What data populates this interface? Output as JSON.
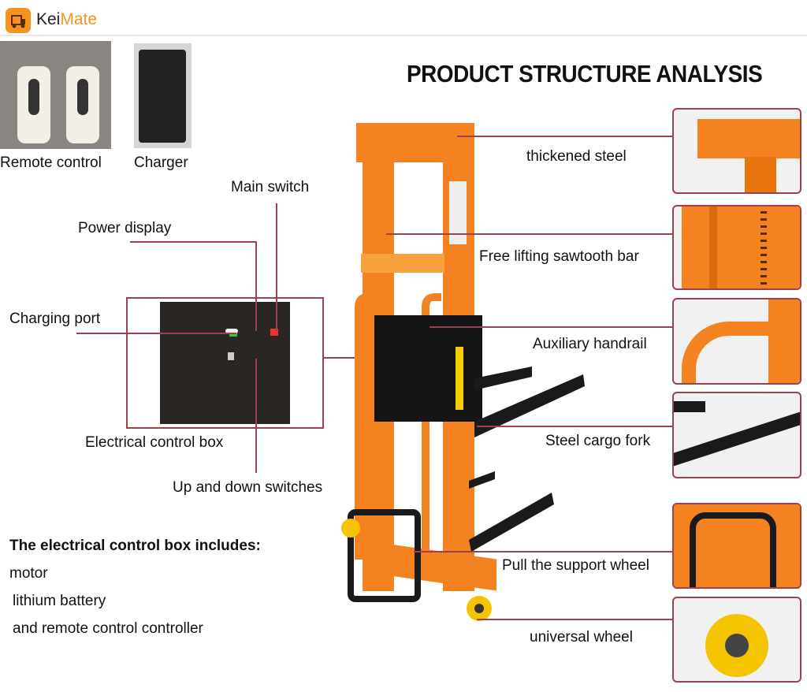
{
  "header": {
    "brand_part1": "Kei",
    "brand_part2": "Mate",
    "logo_icon": "forklift-icon"
  },
  "title": "PRODUCT STRUCTURE ANALYSIS",
  "accessories": [
    {
      "label": "Remote control"
    },
    {
      "label": "Charger"
    }
  ],
  "callouts_left": {
    "main_switch": "Main switch",
    "power_display": "Power display",
    "charging_port": "Charging port",
    "control_box": "Electrical control box",
    "updown": "Up and down switches"
  },
  "callouts_right": [
    "thickened steel",
    "Free lifting sawtooth bar",
    "Auxiliary handrail",
    "Steel cargo fork",
    "Pull the support wheel",
    "universal wheel"
  ],
  "notes": {
    "heading": "The electrical control box includes:",
    "items": [
      "motor",
      "lithium battery",
      "and remote control controller"
    ]
  },
  "colors": {
    "brand": "#f7931e",
    "frame": "#f58220",
    "callout": "#a0404e"
  }
}
